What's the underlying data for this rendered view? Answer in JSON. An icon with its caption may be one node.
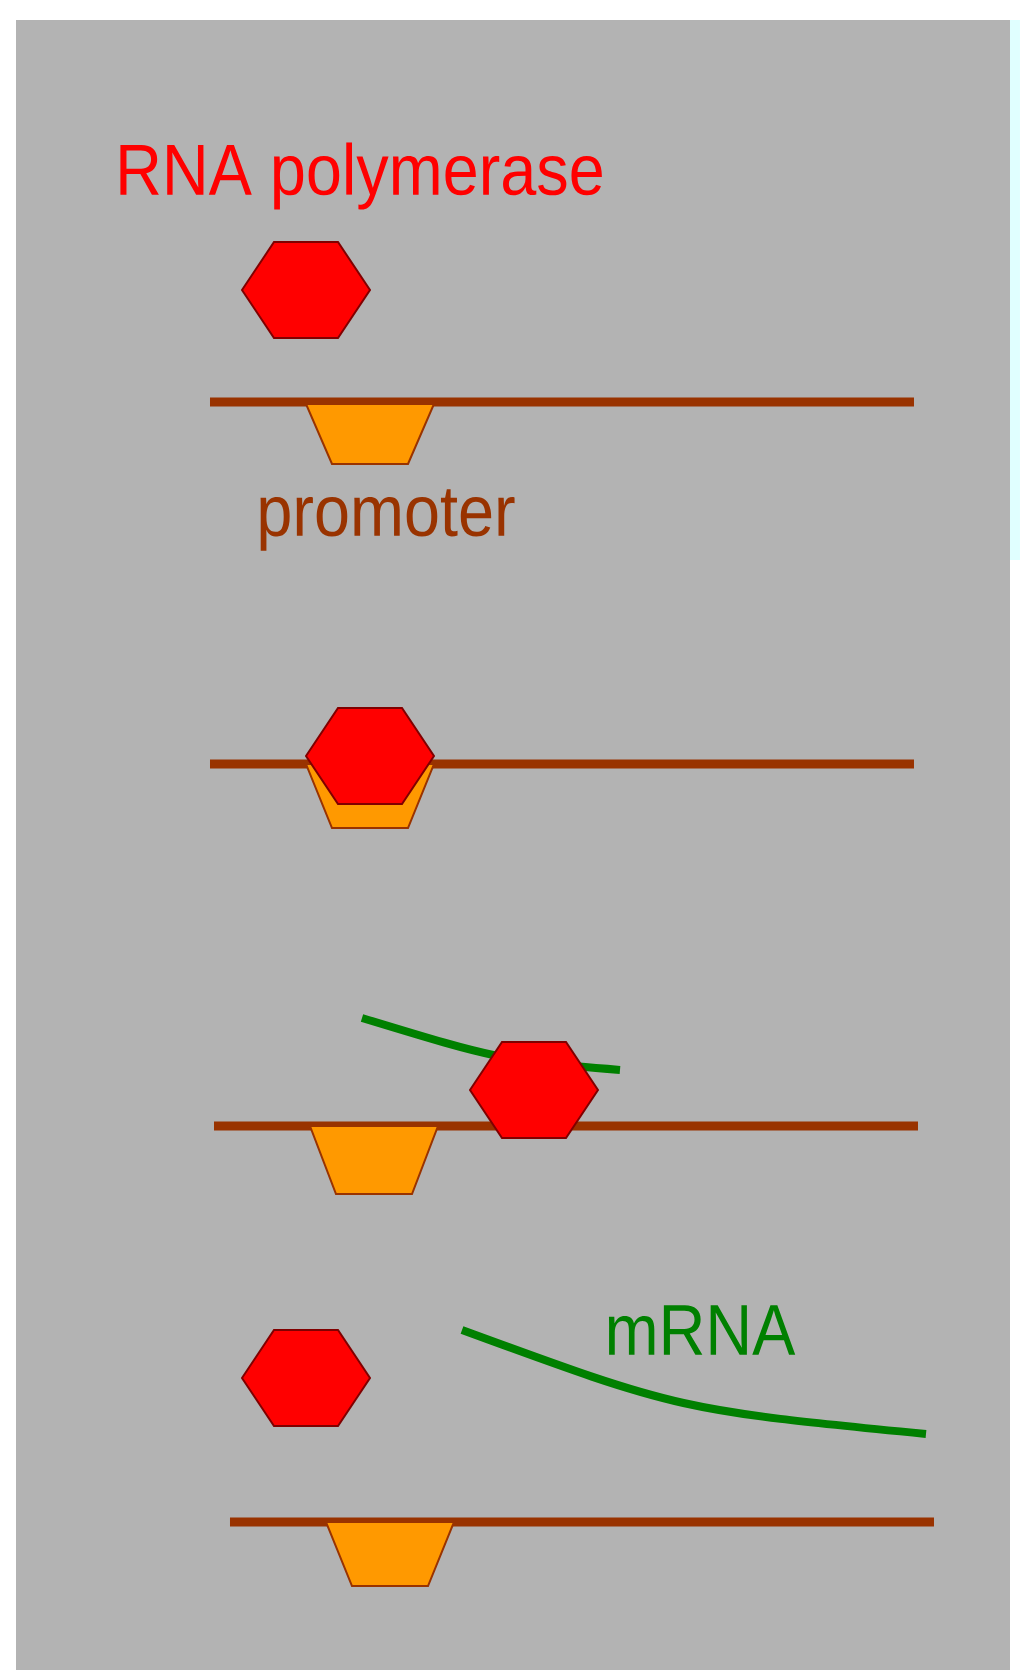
{
  "diagram": {
    "labels": [
      "RNA polymerase",
      "promoter",
      "mRNA"
    ]
  }
}
